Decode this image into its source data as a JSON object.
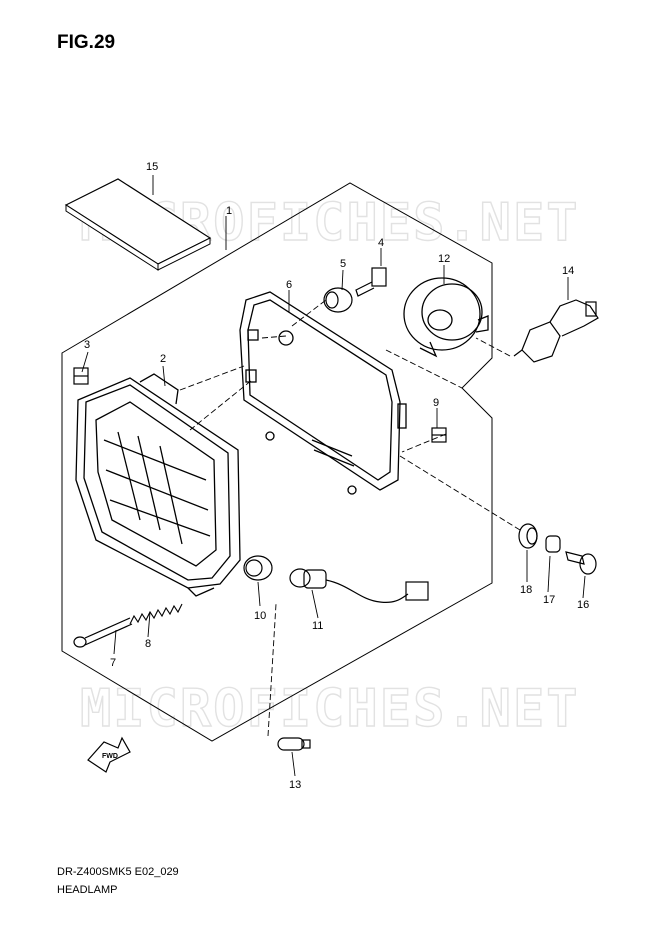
{
  "figure": {
    "title": "FIG.29",
    "code": "DR-Z400SMK5 E02_029",
    "name": "HEADLAMP"
  },
  "watermark": "MICROFICHES.NET",
  "fwd_label": "FWD",
  "parts": [
    {
      "number": "1",
      "component": "headlamp-assembly-outline"
    },
    {
      "number": "2",
      "component": "headlamp-lens-unit"
    },
    {
      "number": "3",
      "component": "nut"
    },
    {
      "number": "4",
      "component": "bolt"
    },
    {
      "number": "5",
      "component": "cushion"
    },
    {
      "number": "6",
      "component": "headlamp-housing-frame"
    },
    {
      "number": "7",
      "component": "screw"
    },
    {
      "number": "8",
      "component": "spring"
    },
    {
      "number": "9",
      "component": "nut"
    },
    {
      "number": "10",
      "component": "grommet"
    },
    {
      "number": "11",
      "component": "socket-with-wire"
    },
    {
      "number": "12",
      "component": "bulb-socket-cover"
    },
    {
      "number": "13",
      "component": "position-bulb"
    },
    {
      "number": "14",
      "component": "headlamp-bulb"
    },
    {
      "number": "15",
      "component": "label"
    },
    {
      "number": "16",
      "component": "bolt"
    },
    {
      "number": "17",
      "component": "collar"
    },
    {
      "number": "18",
      "component": "grommet"
    }
  ]
}
